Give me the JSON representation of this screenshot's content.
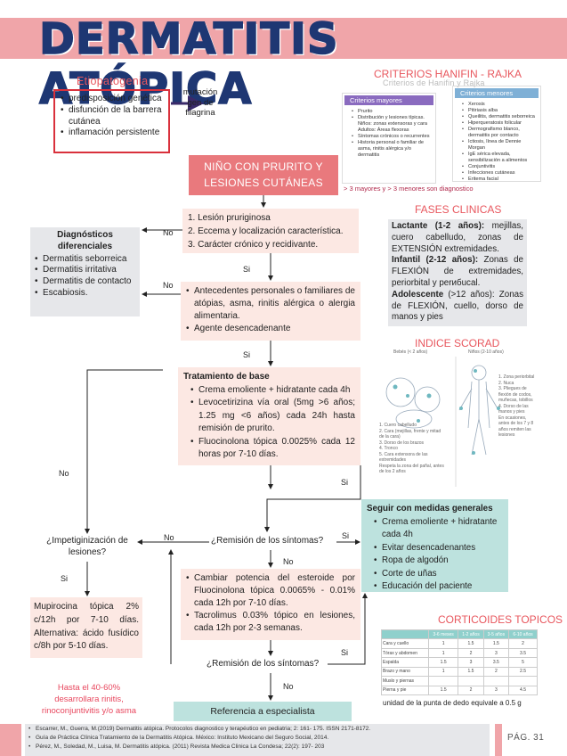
{
  "title": "DERMATITIS ATÓPICA",
  "etiopatogenia": {
    "title": "Etiopatogenia",
    "items": [
      "predisposición genética",
      "disfunción de la barrera cutánea",
      "inflamación persistente"
    ],
    "arrow_label": "mutación gen de filagrina"
  },
  "hanifin": {
    "title": "CRITERIOS HANIFIN - RAJKA",
    "subtitle": "Criterios de Hanifin y Rajka",
    "mayores": {
      "title": "Criterios mayores",
      "items": [
        "Prurito",
        "Distribución y lesiones típicas. Niños: zonas extensoras y cara Adultos: Áreas flexoras",
        "Síntomas crónicos o recurrentes",
        "Historia personal o familiar de asma, rinitis alérgica y/o dermatitis"
      ]
    },
    "menores": {
      "title": "Criterios menores",
      "items": [
        "Xerosis",
        "Pitiriasis alba",
        "Queilitis, dermatitis seborreica",
        "Hiperqueratosis folicular",
        "Dermografismo blanco, dermatitis por contacto",
        "Ictiosis, línea de Dennie Morgan",
        "IgE sérica elevada, sensibilización a alimentos",
        "Conjuntivitis",
        "Infecciones cutáneas",
        "Eritema facial"
      ]
    },
    "note": "> 3 mayores y > 3 menores son diagnostico"
  },
  "start": "NIÑO CON PRURITO Y LESIONES CUTÁNEAS",
  "box1": [
    "1. Lesión pruriginosa",
    "2. Eccema y localización característica.",
    "3. Carácter crónico y recidivante."
  ],
  "diferenciales": {
    "title": "Diagnósticos diferenciales",
    "items": [
      "Dermatitis seborreica",
      "Dermatitis irritativa",
      "Dermatitis de contacto",
      "Escabiosis."
    ]
  },
  "box2": [
    "Antecedentes personales o familiares de atópias, asma, rinitis alérgica o alergia alimentaria.",
    "Agente desencadenante"
  ],
  "tratamiento": {
    "title": "Tratamiento de base",
    "items": [
      "Crema emoliente + hidratante cada 4h",
      "Levocetirizina vía oral (5mg >6 años; 1.25 mg <6 años) cada 24h hasta remisión de prurito.",
      "Fluocinolona tópica 0.0025% cada 12 horas por 7-10 días."
    ]
  },
  "fases": {
    "title": "FASES CLINICAS",
    "lactante_l": "Lactante (1-2 años):",
    "lactante": " mejillas, cuero cabelludo, zonas de EXTENSIÓN extremidades.",
    "infantil_l": "Infantil (2-12 años):",
    "infantil": " Zonas de FLEXIÓN de extremidades, periorbital y perибucal.",
    "adol_l": "Adolescente",
    "adol": " (>12 años): Zonas de FLEXIÓN, cuello, dorso de manos y pies"
  },
  "scorad": {
    "title": "INDICE SCORAD",
    "col1": "Bebés (< 2 años)",
    "col2": "Niños (2-10 años)",
    "legend1": [
      "1. Cuero cabelludo",
      "2. Cara (mejillas, frente y mitad de la cara)",
      "3. Dorso de los brazos",
      "4. Tronco",
      "5. Cara extensora de las extremidades",
      "Respeta la zona del pañal, antes de los 2 años"
    ],
    "legend2": [
      "1. Zona periorbital",
      "2. Nuca",
      "3. Pliegues de flexión de codos, muñecas, tobillos",
      "4. Dorso de las manos y pies",
      "En ocasiones, antes de los 7 y 8 años remiten las lesiones"
    ]
  },
  "seguir": {
    "title": "Seguir con medidas generales",
    "items": [
      "Crema emoliente + hidratante cada 4h",
      "Evitar desencadenantes",
      "Ropa de algodón",
      "Corte de uñas",
      "Educación del paciente"
    ]
  },
  "corticoides": {
    "title": "CORTICOIDES TOPICOS",
    "headers": [
      "",
      "3-6 meses",
      "1-2 años",
      "3-5 años",
      "6-10 años"
    ],
    "rows": [
      [
        "Cara y cuello",
        "1",
        "1.5",
        "1.5",
        "2"
      ],
      [
        "Tórax y abdomen",
        "1",
        "2",
        "3",
        "3.5"
      ],
      [
        "Espalda",
        "1.5",
        "3",
        "3.5",
        "5"
      ],
      [
        "Brazo y mano",
        "1",
        "1.5",
        "2",
        "2.5"
      ],
      [
        "Muslo y piernas",
        "",
        "",
        "",
        ""
      ],
      [
        "Pierna y pie",
        "1.5",
        "2",
        "3",
        "4.5"
      ]
    ],
    "note": "unidad de la punta de dedo equivale a 0.5 g"
  },
  "q_impet": "¿Impetiginización de lesiones?",
  "q_rem1": "¿Remisión de los síntomas?",
  "q_rem2": "¿Remisión de los síntomas?",
  "box4": [
    "Cambiar potencia del esteroide por Fluocinolona tópica 0.0065% - 0.01% cada 12h por 7-10 días.",
    "Tacrolimus 0.03% tópico en lesiones, cada 12h por 2-3 semanas."
  ],
  "mupirocina": "Mupirocina tópica 2% c/12h por 7-10 días. Alternativa: ácido fusídico c/8h por 5-10 días.",
  "hasta": "Hasta el 40-60% desarrollara rinitis, rinoconjuntivitis y/o asma",
  "referencia": "Referencia a especialista",
  "labels": {
    "no": "No",
    "si": "Si"
  },
  "refs": [
    "Escarrer, M., Guerra, M.(2019) Dermatitis atópica. Protocolos diagnostico y terapéutico en pediatria; 2: 161- 175. ISSN 2171-8172.",
    "Guía de Práctica Clínica Tratamiento de la Dermatitis Atópica. México: Instituto Mexicano del Seguro Social, 2014.",
    "Pérez, M., Soledad, M., Luisa, M. Dermatitis atópica. (2011) Revista Medica Clinica La Condesa; 22(2): 197- 203"
  ],
  "page": "PÁG. 31",
  "colors": {
    "pink": "#f0a5a9",
    "navy": "#1e3773",
    "red": "#e8575e",
    "teal": "#bde2de",
    "peach": "#fce8e3",
    "gray": "#e6e7ea"
  }
}
